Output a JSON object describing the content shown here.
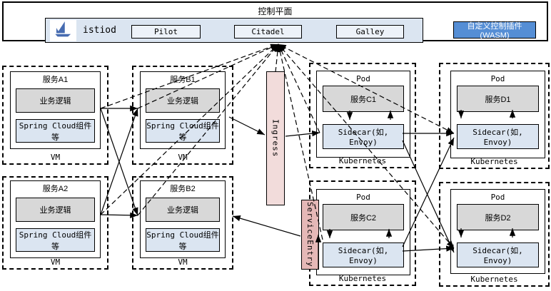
{
  "control_plane": {
    "title": "控制平面",
    "istiod_label": "istiod",
    "components": [
      {
        "label": "Pilot"
      },
      {
        "label": "Citadel"
      },
      {
        "label": "Galley"
      }
    ],
    "wasm_plugin_label": "自定义控制插件(WASM)"
  },
  "vm_services": [
    {
      "id": "A1",
      "title": "服务A1",
      "logic": "业务逻辑",
      "framework": "Spring Cloud组件等",
      "platform": "VM"
    },
    {
      "id": "B1",
      "title": "服务B1",
      "logic": "业务逻辑",
      "framework": "Spring Cloud组件等",
      "platform": "VM"
    },
    {
      "id": "A2",
      "title": "服务A2",
      "logic": "业务逻辑",
      "framework": "Spring Cloud组件等",
      "platform": "VM"
    },
    {
      "id": "B2",
      "title": "服务B2",
      "logic": "业务逻辑",
      "framework": "Spring Cloud组件等",
      "platform": "VM"
    }
  ],
  "gateways": {
    "ingress": "Ingress",
    "service_entry": "ServiceEntry"
  },
  "pods": [
    {
      "id": "C1",
      "pod_label": "Pod",
      "service": "服务C1",
      "sidecar": "Sidecar(如, Envoy)",
      "platform": "Kubernetes"
    },
    {
      "id": "D1",
      "pod_label": "Pod",
      "service": "服务D1",
      "sidecar": "Sidecar(如, Envoy)",
      "platform": "Kubernetes"
    },
    {
      "id": "C2",
      "pod_label": "Pod",
      "service": "服务C2",
      "sidecar": "Sidecar(如, Envoy)",
      "platform": "Kubernetes"
    },
    {
      "id": "D2",
      "pod_label": "Pod",
      "service": "服务D2",
      "sidecar": "Sidecar(如, Envoy)",
      "platform": "Kubernetes"
    }
  ],
  "edges": [
    {
      "from": "a1-out",
      "to": "b1-in",
      "style": "solid"
    },
    {
      "from": "a1-out",
      "to": "b2-in",
      "style": "solid"
    },
    {
      "from": "a2-out",
      "to": "b1-in",
      "style": "solid"
    },
    {
      "from": "a2-out",
      "to": "b2-in",
      "style": "solid"
    },
    {
      "from": "b1-out",
      "to": "ingress-in",
      "style": "solid"
    },
    {
      "from": "ingress-out",
      "to": "sidecar-c1-in",
      "style": "solid"
    },
    {
      "from": "sidecar-c1-out",
      "to": "sidecar-d1-in",
      "style": "solid"
    },
    {
      "from": "sidecar-c1-out2",
      "to": "sidecar-d2-in2",
      "style": "solid"
    },
    {
      "from": "sidecar-c2-out",
      "to": "sidecar-d1-in2",
      "style": "solid"
    },
    {
      "from": "sidecar-c2-out2",
      "to": "sidecar-d2-in",
      "style": "solid"
    },
    {
      "from": "service-entry-out",
      "to": "b2-back",
      "style": "solid"
    },
    {
      "from": "sidecar-c2-se",
      "to": "service-entry-in",
      "style": "solid"
    },
    {
      "from": "c1-down-a",
      "to": "c1-down-b",
      "style": "solid"
    },
    {
      "from": "c1-up-a",
      "to": "c1-up-b",
      "style": "solid"
    },
    {
      "from": "c2-down-a",
      "to": "c2-down-b",
      "style": "solid"
    },
    {
      "from": "c2-up-a",
      "to": "c2-up-b",
      "style": "solid"
    },
    {
      "from": "d1-down-a",
      "to": "d1-down-b",
      "style": "solid"
    },
    {
      "from": "d1-up-a",
      "to": "d1-up-b",
      "style": "solid"
    },
    {
      "from": "d2-down-a",
      "to": "d2-down-b",
      "style": "solid"
    },
    {
      "from": "d2-up-a",
      "to": "d2-up-b",
      "style": "solid"
    },
    {
      "from": "a1-out",
      "to": "cp-hub",
      "style": "dashed"
    },
    {
      "from": "b1-in",
      "to": "cp-hub",
      "style": "dashed"
    },
    {
      "from": "a2-out",
      "to": "cp-hub",
      "style": "dashed"
    },
    {
      "from": "b2-in",
      "to": "cp-hub",
      "style": "dashed"
    },
    {
      "from": "ingress-top",
      "to": "cp-hub",
      "style": "dashed"
    },
    {
      "from": "sidecar-c1-in",
      "to": "cp-hub",
      "style": "dashed"
    },
    {
      "from": "sidecar-c2-cp",
      "to": "cp-hub",
      "style": "dashed"
    },
    {
      "from": "sidecar-d1-in",
      "to": "cp-hub",
      "style": "dashed",
      "double": true
    },
    {
      "from": "sidecar-d2-in",
      "to": "cp-hub",
      "style": "dashed",
      "double": true
    }
  ],
  "colors": {
    "light_blue": "#dbe5f1",
    "gray": "#d8d8d8",
    "ingress_pink": "#f2dcdb",
    "service_entry_pink": "#e5b8b7",
    "wasm_blue": "#558ed5",
    "istio_logo_blue": "#466bb0"
  }
}
